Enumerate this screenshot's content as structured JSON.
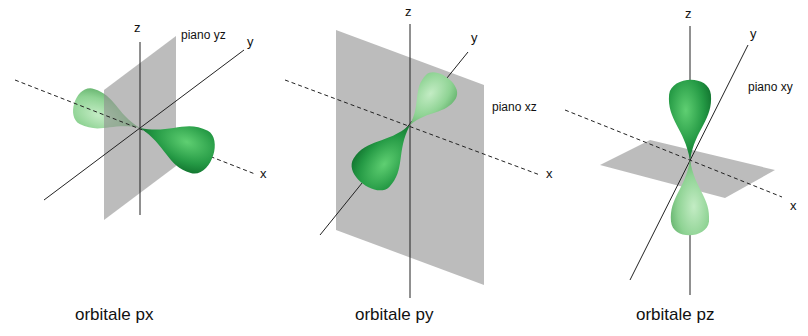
{
  "diagram": {
    "labels": [
      "z",
      "piano yz",
      "y",
      "x",
      "z",
      "y",
      "piano xz",
      "x",
      "z",
      "y",
      "piano xy",
      "x",
      "orbitale px",
      "orbitale py",
      "orbitale pz"
    ]
  }
}
